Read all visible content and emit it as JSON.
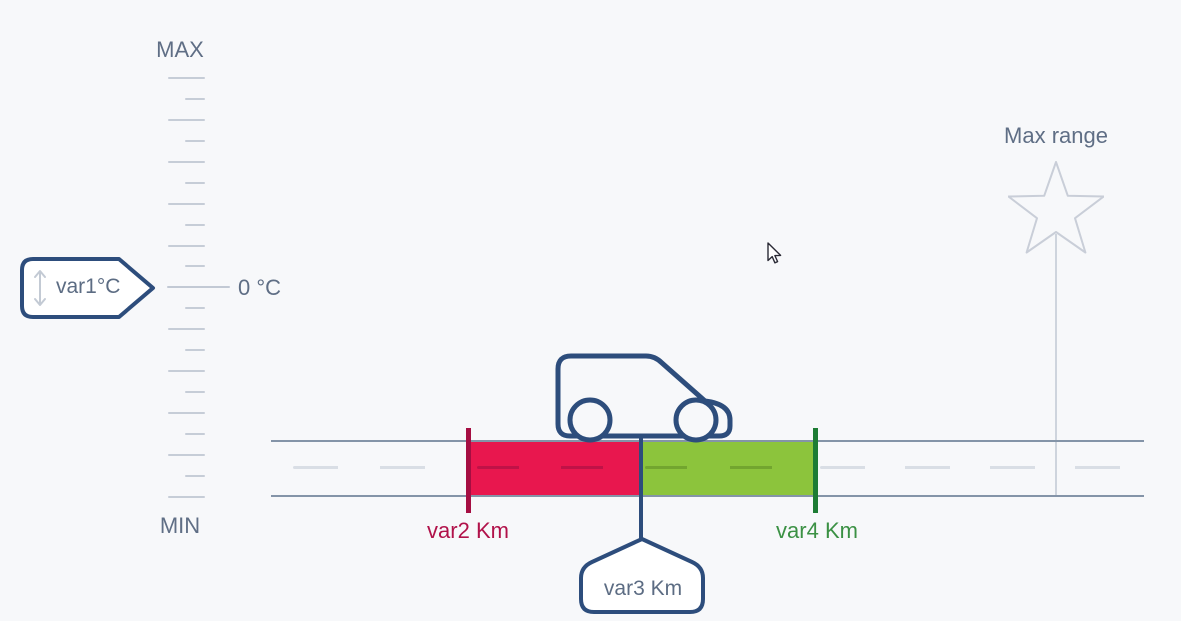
{
  "colors": {
    "background": "#f7f8fa",
    "accent_navy": "#2d4d7c",
    "red_fill": "#e8174e",
    "red_dark": "#a50e42",
    "red_label": "#b1124a",
    "green_fill": "#8cc43c",
    "green_dark": "#1d7c34",
    "green_label": "#3b9144",
    "muted_text": "#5c6c83",
    "scale_tick": "#c6cdd7",
    "road_line": "#8494a8"
  },
  "thermometer": {
    "max_label": "MAX",
    "min_label": "MIN",
    "zero_label": "0 °C",
    "value_tag": {
      "label": "var1°C",
      "icon": "vertical-drag-arrow-icon"
    }
  },
  "road": {
    "start_marker_label": "var2 Km",
    "car_position_label": "var3 Km",
    "end_marker_label": "var4 Km"
  },
  "destination": {
    "label": "Max range",
    "icon": "star-icon"
  }
}
